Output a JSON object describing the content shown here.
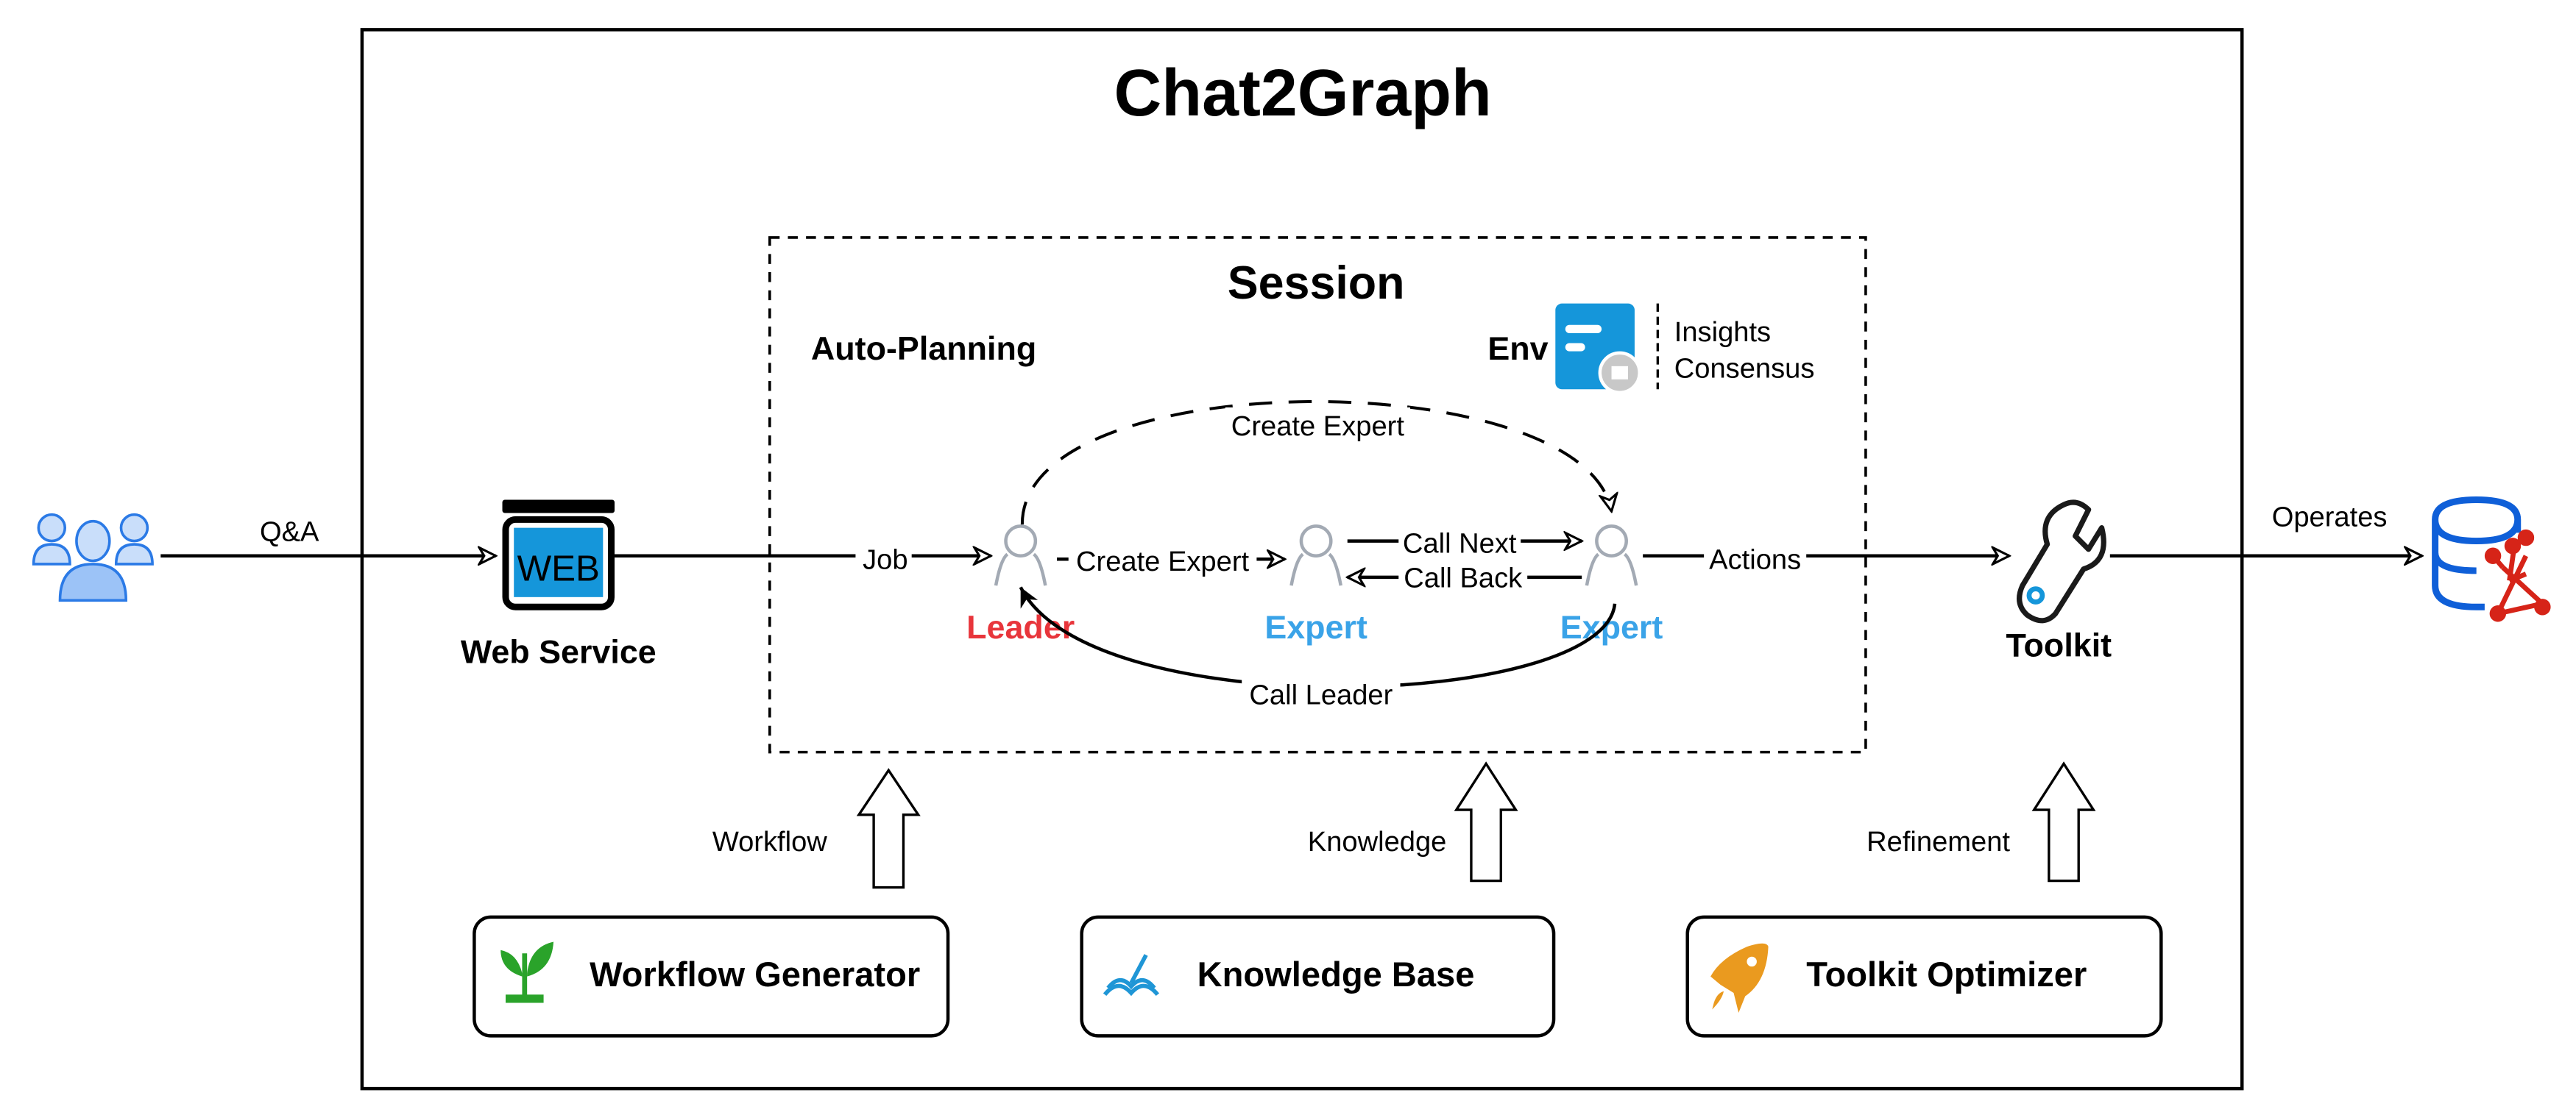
{
  "title": "Chat2Graph",
  "user": {
    "edge_label": "Q&A"
  },
  "web_service": {
    "icon_text": "WEB",
    "label": "Web Service"
  },
  "session": {
    "title": "Session",
    "auto_planning": "Auto-Planning",
    "env": {
      "label": "Env",
      "lines": [
        "Insights",
        "Consensus"
      ]
    },
    "job_label": "Job",
    "leader": {
      "label": "Leader",
      "color": "#e8353b"
    },
    "experts": [
      {
        "label": "Expert",
        "color": "#3aa3e8"
      },
      {
        "label": "Expert",
        "color": "#3aa3e8"
      }
    ],
    "edges": {
      "create_expert_dashed": "Create Expert",
      "create_expert": "Create Expert",
      "call_next": "Call Next",
      "call_back": "Call Back",
      "call_leader": "Call Leader"
    }
  },
  "toolkit": {
    "label": "Toolkit",
    "actions_label": "Actions"
  },
  "graph_db": {
    "operates_label": "Operates"
  },
  "bottom": {
    "arrows": [
      "Workflow",
      "Knowledge",
      "Refinement"
    ],
    "boxes": [
      "Workflow Generator",
      "Knowledge Base",
      "Toolkit Optimizer"
    ]
  },
  "colors": {
    "blue": "#1f96d6",
    "db_blue": "#0f5fd8",
    "db_red": "#d62418",
    "green": "#2aa32a",
    "orange": "#ea9a1f"
  }
}
